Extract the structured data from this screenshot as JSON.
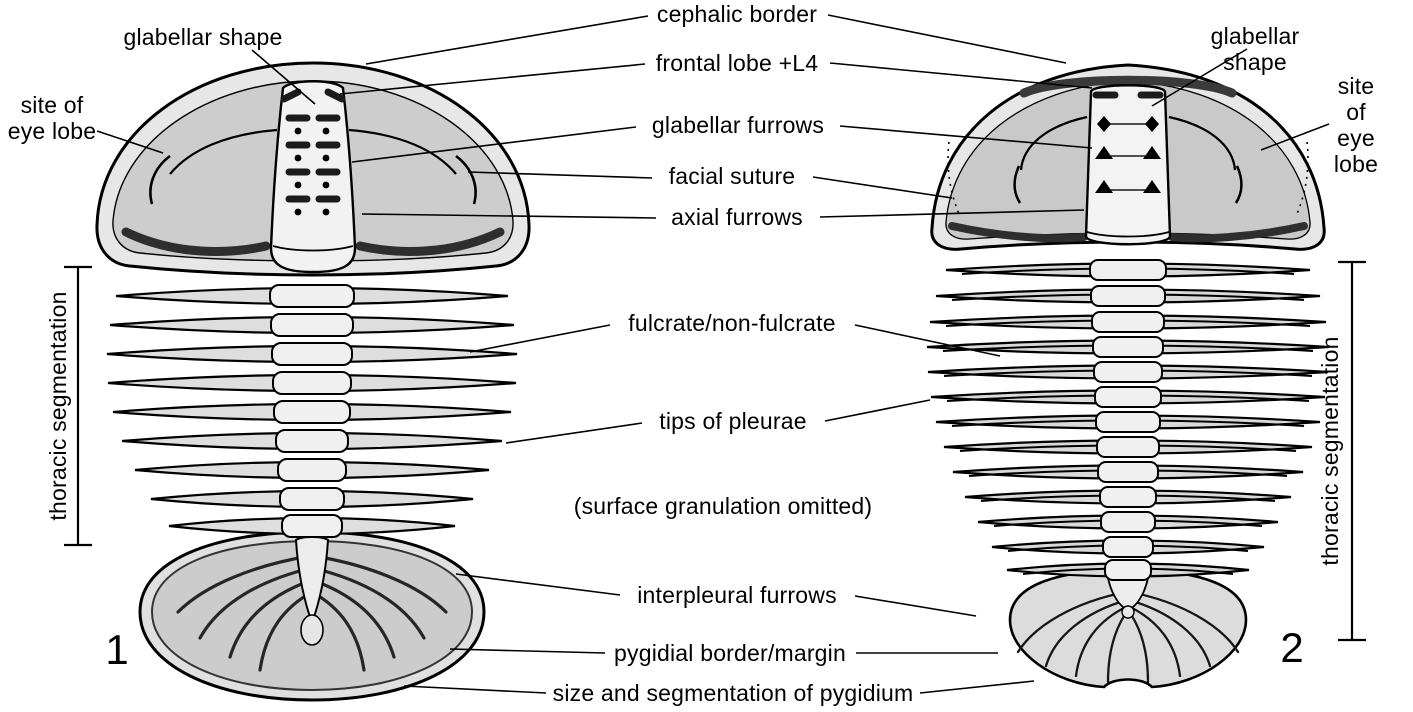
{
  "figure": {
    "fig1_number": "1",
    "fig2_number": "2"
  },
  "labels": {
    "cephalic_border": "cephalic border",
    "glabellar_shape_left": "glabellar shape",
    "frontal_lobe_l4": "frontal lobe +L4",
    "glabellar_furrows": "glabellar furrows",
    "facial_suture": "facial suture",
    "axial_furrows": "axial furrows",
    "site_of_eye_lobe_left": "site of\neye lobe",
    "glabellar_shape_right": "glabellar shape",
    "site_of_eye_lobe_right": "site of\neye lobe",
    "fulcrate_non_fulcrate": "fulcrate/non-fulcrate",
    "tips_of_pleurae": "tips of pleurae",
    "surface_granulation_note": "(surface granulation omitted)",
    "interpleural_furrows": "interpleural furrows",
    "pygidial_border_margin": "pygidial border/margin",
    "size_and_segmentation_of_pygidium": "size and segmentation of pygidium",
    "thoracic_segmentation_left": "thoracic segmentation",
    "thoracic_segmentation_right": "thoracic segmentation"
  },
  "colors": {
    "ink": "#000000",
    "body_fill": "#d9d9d9",
    "cheek_fill": "#cdcdcd",
    "glabella_fill": "#f2f2f2",
    "background": "#ffffff"
  }
}
